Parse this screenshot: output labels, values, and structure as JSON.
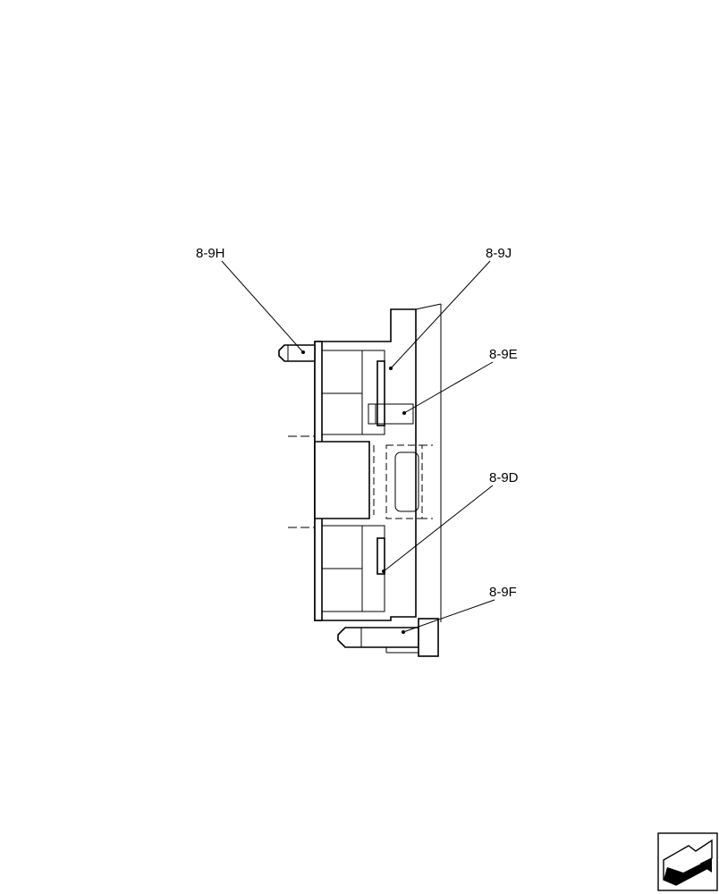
{
  "callouts": {
    "h": "8-9H",
    "j": "8-9J",
    "e": "8-9E",
    "d": "8-9D",
    "f": "8-9F"
  },
  "colors": {
    "line": "#000000",
    "background": "#ffffff"
  },
  "icons": {
    "corner": "next-page-arrow-icon"
  }
}
